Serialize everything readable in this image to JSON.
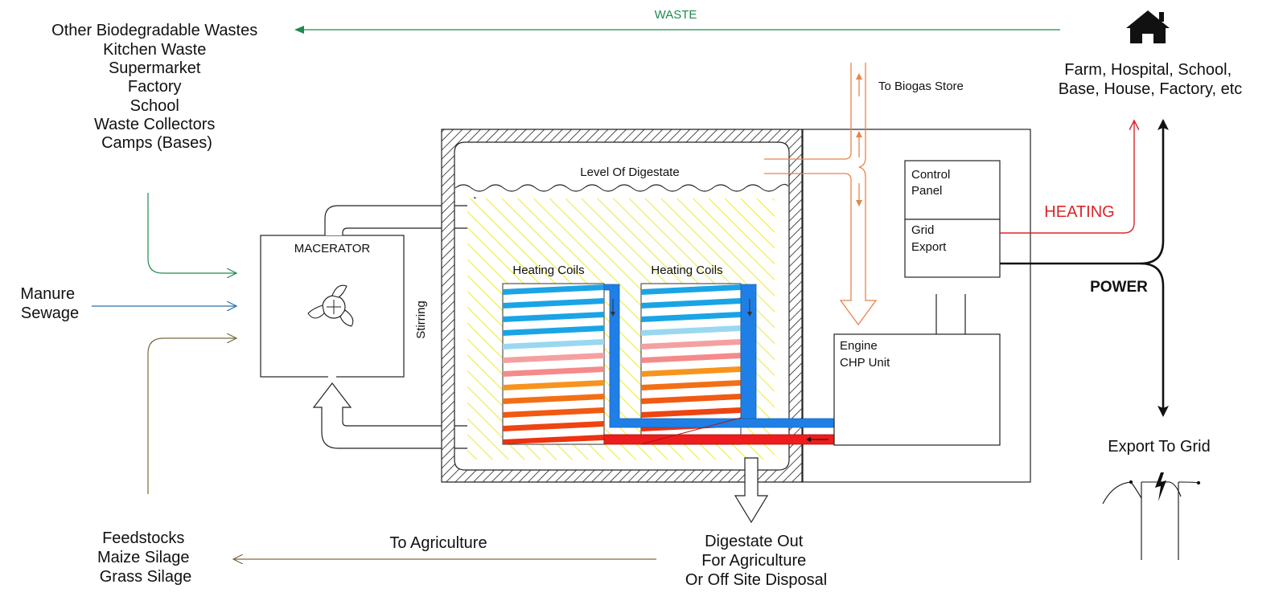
{
  "top_arrow": {
    "label": "WASTE",
    "color": "#1e8a4e"
  },
  "sources_list": [
    "Other Biodegradable Wastes",
    "Kitchen Waste",
    "Supermarket",
    "Factory",
    "School",
    "Waste Collectors",
    "Camps (Bases)"
  ],
  "manure": [
    "Manure",
    "Sewage"
  ],
  "feedstocks": [
    "Feedstocks",
    "Maize Silage",
    "Grass Silage"
  ],
  "macerator": {
    "label": "MACERATOR"
  },
  "stirring": {
    "label": "Stirring"
  },
  "digester": {
    "level_label": "Level Of Digestate"
  },
  "coils": [
    "Heating Coils",
    "Heating Coils"
  ],
  "biogas": {
    "label": "To Biogas Store"
  },
  "control_panel": {
    "label_1": "Control",
    "label_2": "Panel"
  },
  "grid_export": {
    "label_1": "Grid",
    "label_2": "Export"
  },
  "engine": {
    "label_1": "Engine",
    "label_2": "CHP Unit"
  },
  "heating": {
    "label": "HEATING",
    "color": "#d8262a"
  },
  "power": {
    "label": "POWER"
  },
  "consumers": [
    "Farm, Hospital, School,",
    "Base, House, Factory, etc"
  ],
  "export_grid": {
    "label": "Export To Grid"
  },
  "digestate_out": [
    "Digestate Out",
    "For Agriculture",
    "Or Off Site Disposal"
  ],
  "to_agriculture": {
    "label": "To Agriculture"
  },
  "colors": {
    "green": "#1e8a4e",
    "blue": "#2a6fa8",
    "brown": "#7a6a3a",
    "orange": "#e8844a",
    "red": "#d8262a",
    "pipe_blue": "#1f7fe6",
    "pipe_red": "#ee1c1c"
  }
}
